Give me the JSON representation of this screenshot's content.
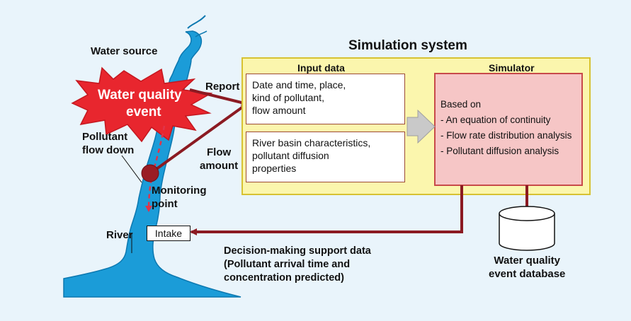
{
  "labels": {
    "water_source": "Water source",
    "report": "Report",
    "event_line1": "Water quality",
    "event_line2": "event",
    "pollutant_flow": "Pollutant\nflow down",
    "flow_amount": "Flow\namount",
    "monitoring_point": "Monitoring\npoint",
    "river": "River",
    "intake": "Intake",
    "simulation_system": "Simulation system",
    "input_data": "Input data",
    "simulator": "Simulator",
    "input_box_1": "Date and time, place,\nkind of pollutant,\nflow amount",
    "input_box_2": "River basin characteristics,\npollutant diffusion\nproperties",
    "simulator_based_on": "Based on",
    "simulator_items": [
      "- An equation of continuity",
      "- Flow rate distribution analysis",
      "- Pollutant diffusion analysis"
    ],
    "decision_support": "Decision-making support data\n(Pollutant arrival time and\nconcentration predicted)",
    "database": "Water quality\nevent database"
  },
  "colors": {
    "background": "#e9f4fb",
    "river": "#1b9cd8",
    "river_dark": "#0c78b0",
    "event_burst": "#e8262e",
    "event_outline": "#c4171f",
    "arrow": "#8b1a22",
    "system_bg": "#fbf6ad",
    "system_border": "#d7c232",
    "simulator_bg": "#f6c6c6",
    "simulator_border": "#c84a4a",
    "big_arrow": "#c9c9c9",
    "pollutant_arrow": "#e0344a"
  },
  "icons": {
    "event": "starburst-icon",
    "monitoring_point": "circle-marker-icon",
    "database": "cylinder-database-icon",
    "process_arrow": "block-arrow-icon"
  }
}
